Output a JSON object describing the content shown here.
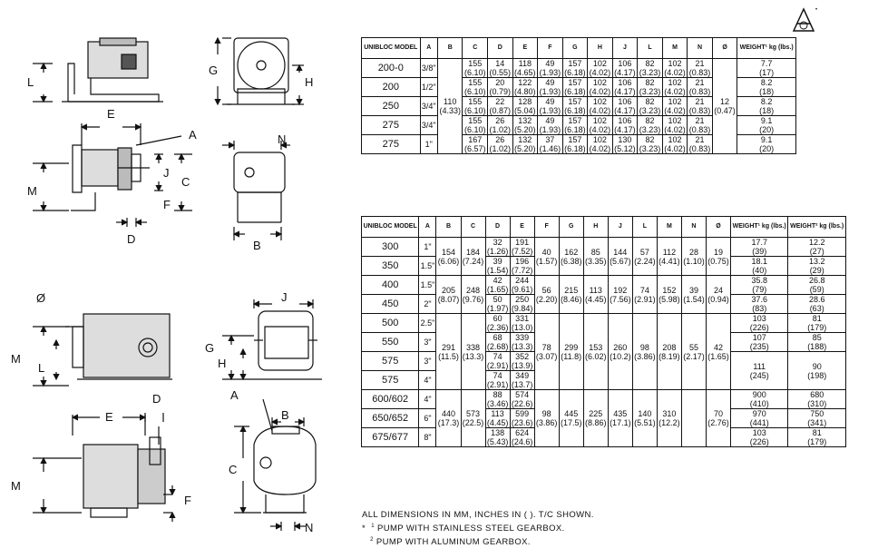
{
  "drawing_labels": {
    "L1": "L",
    "G1": "G",
    "H1": "H",
    "E1": "E",
    "A1": "A",
    "N1": "N",
    "J1": "J",
    "C1": "C",
    "M1": "M",
    "F1": "F",
    "D1": "D",
    "B1": "B",
    "O2": "Ø",
    "J2": "J",
    "M2": "M",
    "L2": "L",
    "G2": "G",
    "H2": "H",
    "D2": "D",
    "E2": "E",
    "A2": "A",
    "B2": "B",
    "M3": "M",
    "C2": "C",
    "F2": "F",
    "N2": "N"
  },
  "logo_glyph": "Å",
  "table1": {
    "headers": [
      "UNIBLOC MODEL",
      "A",
      "B",
      "C",
      "D",
      "E",
      "F",
      "G",
      "H",
      "J",
      "L",
      "M",
      "N",
      "Ø",
      "WEIGHT¹ kg (lbs.)"
    ],
    "rows": [
      {
        "model": "200-0",
        "a": "3/8\"",
        "c": [
          "155",
          "(6.10)"
        ],
        "d": [
          "14",
          "(0.55)"
        ],
        "e": [
          "118",
          "(4.65)"
        ],
        "f": [
          "49",
          "(1.93)"
        ],
        "g": [
          "157",
          "(6.18)"
        ],
        "h": [
          "102",
          "(4.02)"
        ],
        "j": [
          "106",
          "(4.17)"
        ],
        "l": [
          "82",
          "(3.23)"
        ],
        "m": [
          "102",
          "(4.02)"
        ],
        "n": [
          "21",
          "(0.83)"
        ],
        "w": [
          "7.7",
          "(17)"
        ]
      },
      {
        "model": "200",
        "a": "1/2\"",
        "c": [
          "155",
          "(6.10)"
        ],
        "d": [
          "20",
          "(0.79)"
        ],
        "e": [
          "122",
          "(4.80)"
        ],
        "f": [
          "49",
          "(1.93)"
        ],
        "g": [
          "157",
          "(6.18)"
        ],
        "h": [
          "102",
          "(4.02)"
        ],
        "j": [
          "106",
          "(4.17)"
        ],
        "l": [
          "82",
          "(3.23)"
        ],
        "m": [
          "102",
          "(4.02)"
        ],
        "n": [
          "21",
          "(0.83)"
        ],
        "w": [
          "8.2",
          "(18)"
        ]
      },
      {
        "model": "250",
        "a": "3/4\"",
        "c": [
          "155",
          "(6.10)"
        ],
        "d": [
          "22",
          "(0.87)"
        ],
        "e": [
          "128",
          "(5.04)"
        ],
        "f": [
          "49",
          "(1.93)"
        ],
        "g": [
          "157",
          "(6.18)"
        ],
        "h": [
          "102",
          "(4.02)"
        ],
        "j": [
          "106",
          "(4.17)"
        ],
        "l": [
          "82",
          "(3.23)"
        ],
        "m": [
          "102",
          "(4.02)"
        ],
        "n": [
          "21",
          "(0.83)"
        ],
        "w": [
          "8.2",
          "(18)"
        ]
      },
      {
        "model": "275",
        "a": "3/4\"",
        "c": [
          "155",
          "(6.10)"
        ],
        "d": [
          "26",
          "(1.02)"
        ],
        "e": [
          "132",
          "(5.20)"
        ],
        "f": [
          "49",
          "(1.93)"
        ],
        "g": [
          "157",
          "(6.18)"
        ],
        "h": [
          "102",
          "(4.02)"
        ],
        "j": [
          "106",
          "(4.17)"
        ],
        "l": [
          "82",
          "(3.23)"
        ],
        "m": [
          "102",
          "(4.02)"
        ],
        "n": [
          "21",
          "(0.83)"
        ],
        "w": [
          "9.1",
          "(20)"
        ]
      },
      {
        "model": "275",
        "a": "1\"",
        "c": [
          "167",
          "(6.57)"
        ],
        "d": [
          "26",
          "(1.02)"
        ],
        "e": [
          "132",
          "(5.20)"
        ],
        "f": [
          "37",
          "(1.46)"
        ],
        "g": [
          "157",
          "(6.18)"
        ],
        "h": [
          "102",
          "(4.02)"
        ],
        "j": [
          "130",
          "(5.12)"
        ],
        "l": [
          "82",
          "(3.23)"
        ],
        "m": [
          "102",
          "(4.02)"
        ],
        "n": [
          "21",
          "(0.83)"
        ],
        "w": [
          "9.1",
          "(20)"
        ]
      }
    ],
    "b_shared": [
      "110",
      "(4.33)"
    ],
    "o_shared": [
      "12",
      "(0.47)"
    ]
  },
  "table2": {
    "headers": [
      "UNIBLOC MODEL",
      "A",
      "B",
      "C",
      "D",
      "E",
      "F",
      "G",
      "H",
      "J",
      "L",
      "M",
      "N",
      "Ø",
      "WEIGHT¹ kg (lbs.)",
      "WEIGHT² kg (lbs.)"
    ],
    "g1": {
      "rows": [
        {
          "model": "300",
          "a": "1\"",
          "d": [
            "32",
            "(1.26)"
          ],
          "e": [
            "191",
            "(7.52)"
          ],
          "w1": [
            "17.7",
            "(39)"
          ],
          "w2": [
            "12.2",
            "(27)"
          ]
        },
        {
          "model": "350",
          "a": "1.5\"",
          "d": [
            "39",
            "(1.54)"
          ],
          "e": [
            "196",
            "(7.72)"
          ],
          "w1": [
            "18.1",
            "(40)"
          ],
          "w2": [
            "13.2",
            "(29)"
          ]
        }
      ],
      "b": [
        "154",
        "(6.06)"
      ],
      "c": [
        "184",
        "(7.24)"
      ],
      "f": [
        "40",
        "(1.57)"
      ],
      "g": [
        "162",
        "(6.38)"
      ],
      "h": [
        "85",
        "(3.35)"
      ],
      "j": [
        "144",
        "(5.67)"
      ],
      "l": [
        "57",
        "(2.24)"
      ],
      "m": [
        "112",
        "(4.41)"
      ],
      "n": [
        "28",
        "(1.10)"
      ],
      "o": [
        "19",
        "(0.75)"
      ]
    },
    "g2": {
      "rows": [
        {
          "model": "400",
          "a": "1.5\"",
          "d": [
            "42",
            "(1.65)"
          ],
          "e": [
            "244",
            "(9.61)"
          ],
          "w1": [
            "35.8",
            "(79)"
          ],
          "w2": [
            "26.8",
            "(59)"
          ]
        },
        {
          "model": "450",
          "a": "2\"",
          "d": [
            "50",
            "(1.97)"
          ],
          "e": [
            "250",
            "(9.84)"
          ],
          "w1": [
            "37.6",
            "(83)"
          ],
          "w2": [
            "28.6",
            "(63)"
          ]
        }
      ],
      "b": [
        "205",
        "(8.07)"
      ],
      "c": [
        "248",
        "(9.76)"
      ],
      "f": [
        "56",
        "(2.20)"
      ],
      "g": [
        "215",
        "(8.46)"
      ],
      "h": [
        "113",
        "(4.45)"
      ],
      "j": [
        "192",
        "(7.56)"
      ],
      "l": [
        "74",
        "(2.91)"
      ],
      "m": [
        "152",
        "(5.98)"
      ],
      "n": [
        "39",
        "(1.54)"
      ],
      "o": [
        "24",
        "(0.94)"
      ]
    },
    "g3": {
      "rows": [
        {
          "model": "500",
          "a": "2.5\"",
          "d": [
            "60",
            "(2.36)"
          ],
          "e": [
            "331",
            "(13.0)"
          ],
          "w1": [
            "103",
            "(226)"
          ],
          "w2": [
            "81",
            "(179)"
          ]
        },
        {
          "model": "550",
          "a": "3\"",
          "d": [
            "68",
            "(2.68)"
          ],
          "e": [
            "339",
            "(13.3)"
          ],
          "w1": [
            "107",
            "(235)"
          ],
          "w2": [
            "85",
            "(188)"
          ]
        },
        {
          "model": "575",
          "a": "3\"",
          "d": [
            "74",
            "(2.91)"
          ],
          "e": [
            "352",
            "(13.9)"
          ]
        },
        {
          "model": "575",
          "a": "4\"",
          "d": [
            "74",
            "(2.91)"
          ],
          "e": [
            "349",
            "(13.7)"
          ]
        }
      ],
      "w575": [
        "111",
        "(245)"
      ],
      "w2_575": [
        "90",
        "(198)"
      ],
      "b": [
        "291",
        "(11.5)"
      ],
      "c": [
        "338",
        "(13.3)"
      ],
      "f": [
        "78",
        "(3.07)"
      ],
      "g": [
        "299",
        "(11.8)"
      ],
      "h": [
        "153",
        "(6.02)"
      ],
      "j": [
        "260",
        "(10.2)"
      ],
      "l": [
        "98",
        "(3.86)"
      ],
      "m": [
        "208",
        "(8.19)"
      ],
      "n": [
        "55",
        "(2.17)"
      ],
      "o": [
        "42",
        "(1.65)"
      ]
    },
    "g4": {
      "rows": [
        {
          "model": "600/602",
          "a": "4\"",
          "d": [
            "88",
            "(3.46)"
          ],
          "e": [
            "574",
            "(22.6)"
          ],
          "w1": [
            "900",
            "(410)"
          ],
          "w2": [
            "680",
            "(310)"
          ]
        },
        {
          "model": "650/652",
          "a": "6\"",
          "d": [
            "113",
            "(4.45)"
          ],
          "e": [
            "599",
            "(23.6)"
          ],
          "w1": [
            "970",
            "(441)"
          ],
          "w2": [
            "750",
            "(341)"
          ]
        },
        {
          "model": "675/677",
          "a": "8\"",
          "d": [
            "138",
            "(5.43)"
          ],
          "e": [
            "624",
            "(24.6)"
          ],
          "w1": [
            "103",
            "(226)"
          ],
          "w2": [
            "81",
            "(179)"
          ]
        }
      ],
      "b": [
        "440",
        "(17.3)"
      ],
      "c": [
        "573",
        "(22.5)"
      ],
      "f": [
        "98",
        "(3.86)"
      ],
      "g": [
        "445",
        "(17.5)"
      ],
      "h": [
        "225",
        "(8.86)"
      ],
      "j": [
        "435",
        "(17.1)"
      ],
      "l": [
        "140",
        "(5.51)"
      ],
      "m": [
        "310",
        "(12.2)"
      ],
      "n": "",
      "o": [
        "70",
        "(2.76)"
      ]
    }
  },
  "notes": {
    "line1": "ALL DIMENSIONS IN MM, INCHES IN ( ). T/C SHOWN.",
    "star": "*",
    "n1_sup": "1",
    "n1": "PUMP WITH STAINLESS STEEL GEARBOX.",
    "n2_sup": "2",
    "n2": "PUMP WITH ALUMINUM GEARBOX."
  }
}
